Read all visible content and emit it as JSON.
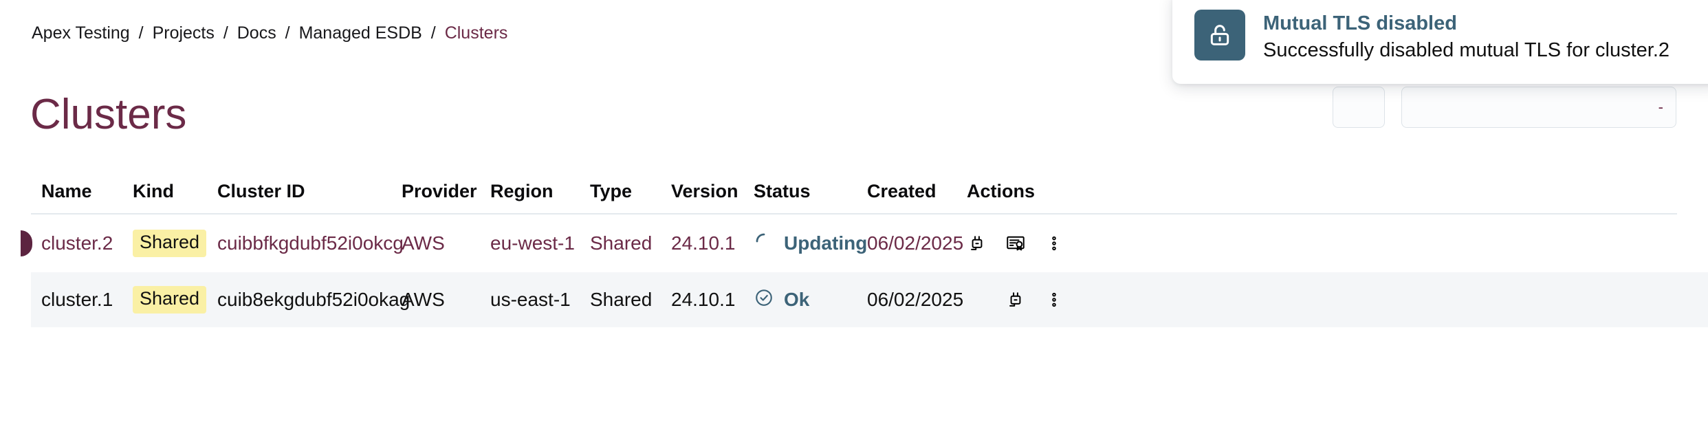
{
  "breadcrumb": {
    "separator": "/",
    "items": [
      {
        "label": "Apex Testing",
        "current": false
      },
      {
        "label": "Projects",
        "current": false
      },
      {
        "label": "Docs",
        "current": false
      },
      {
        "label": "Managed ESDB",
        "current": false
      },
      {
        "label": "Clusters",
        "current": true
      }
    ]
  },
  "page": {
    "title": "Clusters",
    "title_color": "#6B2A47"
  },
  "header_actions": {
    "refresh_button_label": "",
    "primary_button_label": ""
  },
  "table": {
    "columns": [
      "Name",
      "Kind",
      "Cluster ID",
      "Provider",
      "Region",
      "Type",
      "Version",
      "Status",
      "Created",
      "Actions"
    ],
    "rows": [
      {
        "name": "cluster.2",
        "kind": "Shared",
        "cluster_id": "cuibbfkgdubf52i0okcg",
        "provider": "AWS",
        "region": "eu-west-1",
        "type": "Shared",
        "version": "24.10.1",
        "status": "Updating",
        "status_icon": "spinner-icon",
        "created": "06/02/2025",
        "selected": true,
        "actions": [
          "plug-icon",
          "certificate-icon",
          "more-vertical-icon"
        ]
      },
      {
        "name": "cluster.1",
        "kind": "Shared",
        "cluster_id": "cuib8ekgdubf52i0okag",
        "provider": "AWS",
        "region": "us-east-1",
        "type": "Shared",
        "version": "24.10.1",
        "status": "Ok",
        "status_icon": "check-circle-icon",
        "created": "06/02/2025",
        "selected": false,
        "actions": [
          "plug-icon",
          "more-vertical-icon"
        ]
      }
    ]
  },
  "toast": {
    "icon": "unlock-icon",
    "title": "Mutual TLS disabled",
    "message": "Successfully disabled mutual TLS for cluster.2",
    "accent_color": "#3C6378"
  },
  "colors": {
    "accent_maroon": "#6B2A47",
    "row_indicator": "#5C2440",
    "badge_yellow": "#FAF0A5",
    "status_blue": "#3C6378",
    "row_alt_bg": "#f4f6f8"
  }
}
